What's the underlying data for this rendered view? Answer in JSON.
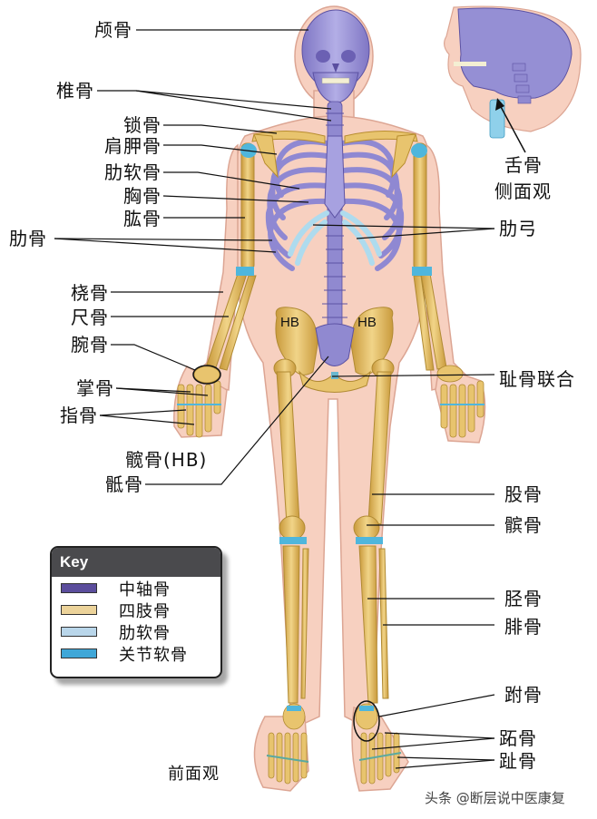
{
  "title_view": "前面观",
  "labels_left": [
    {
      "id": "cranium",
      "text": "颅骨"
    },
    {
      "id": "vertebrae",
      "text": "椎骨"
    },
    {
      "id": "clavicle",
      "text": "锁骨"
    },
    {
      "id": "scapula",
      "text": "肩胛骨"
    },
    {
      "id": "costal-cartilage",
      "text": "肋软骨"
    },
    {
      "id": "sternum",
      "text": "胸骨"
    },
    {
      "id": "humerus",
      "text": "肱骨"
    },
    {
      "id": "ribs",
      "text": "肋骨"
    },
    {
      "id": "radius",
      "text": "桡骨"
    },
    {
      "id": "ulna",
      "text": "尺骨"
    },
    {
      "id": "carpals",
      "text": "腕骨"
    },
    {
      "id": "metacarpals",
      "text": "掌骨"
    },
    {
      "id": "phalanges-hand",
      "text": "指骨"
    },
    {
      "id": "hip-bone",
      "text": "髋骨(HB)"
    },
    {
      "id": "sacrum",
      "text": "骶骨"
    }
  ],
  "labels_right": [
    {
      "id": "hyoid",
      "text": "舌骨"
    },
    {
      "id": "lateral-view",
      "text": "侧面观"
    },
    {
      "id": "costal-arch",
      "text": "肋弓"
    },
    {
      "id": "pubic-symphysis",
      "text": "耻骨联合"
    },
    {
      "id": "femur",
      "text": "股骨"
    },
    {
      "id": "patella",
      "text": "髌骨"
    },
    {
      "id": "tibia",
      "text": "胫骨"
    },
    {
      "id": "fibula",
      "text": "腓骨"
    },
    {
      "id": "tarsals",
      "text": "跗骨"
    },
    {
      "id": "metatarsals",
      "text": "跖骨"
    },
    {
      "id": "phalanges-foot",
      "text": "趾骨"
    }
  ],
  "hb_marks": [
    "HB",
    "HB"
  ],
  "key": {
    "title": "Key",
    "items": [
      {
        "label": "中轴骨",
        "color": "#5b4d9c"
      },
      {
        "label": "四肢骨",
        "color": "#ecd39a"
      },
      {
        "label": "肋软骨",
        "color": "#b9d6ea"
      },
      {
        "label": "关节软骨",
        "color": "#3fa7d8"
      }
    ]
  },
  "colors": {
    "axial": "#9a94d6",
    "axial_dark": "#6a5fb0",
    "appendicular": "#e8c46e",
    "appendicular_dark": "#b88d2e",
    "costal_cartilage": "#a9d8ec",
    "articular_cartilage": "#4fb6dc",
    "skin": "#f6cdbb",
    "skin_outline": "#dba08e"
  },
  "watermark": "头条 @断层说中医康复"
}
